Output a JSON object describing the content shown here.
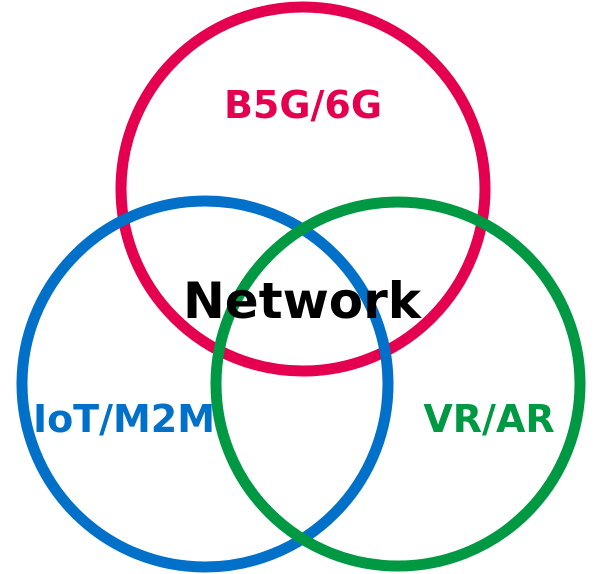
{
  "diagram": {
    "type": "venn",
    "center_label": "Network",
    "center_color": "#000000",
    "sets": [
      {
        "label": "B5G/6G",
        "color": "#e4004f"
      },
      {
        "label": "IoT/M2M",
        "color": "#0070c8"
      },
      {
        "label": "VR/AR",
        "color": "#009943"
      }
    ]
  }
}
